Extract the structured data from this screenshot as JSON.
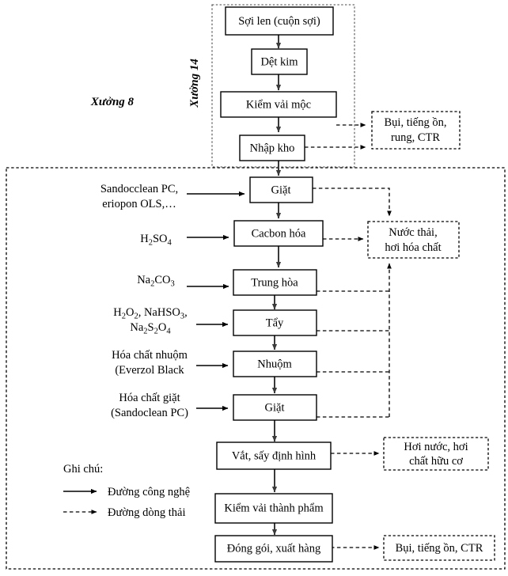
{
  "diagram": {
    "zones": [
      {
        "id": "xuong14",
        "label": "Xưởng 14",
        "orientation": "vertical"
      },
      {
        "id": "xuong8",
        "label": "Xưởng 8",
        "orientation": "horizontal"
      }
    ],
    "process_boxes": [
      {
        "id": "soi-len",
        "label": "Sợi len (cuộn sợi)"
      },
      {
        "id": "det-kim",
        "label": "Dệt kim"
      },
      {
        "id": "kiem-vai-moc",
        "label": "Kiểm vải mộc"
      },
      {
        "id": "nhap-kho",
        "label": "Nhập kho"
      },
      {
        "id": "giat-1",
        "label": "Giặt"
      },
      {
        "id": "cacbon-hoa",
        "label": "Cacbon hóa"
      },
      {
        "id": "trung-hoa",
        "label": "Trung hòa"
      },
      {
        "id": "tay",
        "label": "Tẩy"
      },
      {
        "id": "nhuom",
        "label": "Nhuộm"
      },
      {
        "id": "giat-2",
        "label": "Giặt"
      },
      {
        "id": "vat-say",
        "label": "Vắt, sấy định hình"
      },
      {
        "id": "kiem-vai-tp",
        "label": "Kiểm vải thành phẩm"
      },
      {
        "id": "dong-goi",
        "label": "Đóng gói, xuất hàng"
      }
    ],
    "inputs": [
      {
        "id": "in-sandocclean",
        "line1": "Sandocclean PC,",
        "line2": "eriopon OLS,…"
      },
      {
        "id": "in-h2so4",
        "formula": [
          {
            "t": "H",
            "s": false
          },
          {
            "t": "2",
            "s": true
          },
          {
            "t": "SO",
            "s": false
          },
          {
            "t": "4",
            "s": true
          }
        ]
      },
      {
        "id": "in-na2co3",
        "formula": [
          {
            "t": "Na",
            "s": false
          },
          {
            "t": "2",
            "s": true
          },
          {
            "t": "CO",
            "s": false
          },
          {
            "t": "3",
            "s": true
          }
        ]
      },
      {
        "id": "in-tay",
        "formula1": [
          {
            "t": "H",
            "s": false
          },
          {
            "t": "2",
            "s": true
          },
          {
            "t": "O",
            "s": false
          },
          {
            "t": "2",
            "s": true
          },
          {
            "t": ", NaHSO",
            "s": false
          },
          {
            "t": "3",
            "s": true
          },
          {
            "t": ",",
            "s": false
          }
        ],
        "formula2": [
          {
            "t": "Na",
            "s": false
          },
          {
            "t": "2",
            "s": true
          },
          {
            "t": "S",
            "s": false
          },
          {
            "t": "2",
            "s": true
          },
          {
            "t": "O",
            "s": false
          },
          {
            "t": "4",
            "s": true
          }
        ]
      },
      {
        "id": "in-nhuom",
        "line1": "Hóa chất nhuộm",
        "line2": "(Everzol Black"
      },
      {
        "id": "in-giat",
        "line1": "Hóa chất giặt",
        "line2": "(Sandoclean PC)"
      }
    ],
    "outputs": [
      {
        "id": "out-bui-rung",
        "line1": "Bụi, tiếng ồn,",
        "line2": "rung, CTR"
      },
      {
        "id": "out-nuoc-thai",
        "line1": "Nước thải,",
        "line2": "hơi hóa chất"
      },
      {
        "id": "out-hoi-nuoc",
        "line1": "Hơi nước, hơi",
        "line2": "chất hữu cơ"
      },
      {
        "id": "out-bui-ctr",
        "line1": "Bụi, tiếng ồn, CTR",
        "line2": ""
      }
    ],
    "legend": {
      "title": "Ghi chú:",
      "items": [
        {
          "id": "leg-solid",
          "style": "solid",
          "label": "Đường công nghệ"
        },
        {
          "id": "leg-dash",
          "style": "dashed",
          "label": "Đường dòng thải"
        }
      ]
    }
  }
}
